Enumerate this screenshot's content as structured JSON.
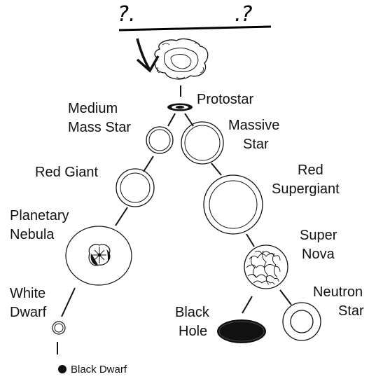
{
  "top": {
    "question_left": "?.",
    "question_right": ".?"
  },
  "stages": {
    "protostar": "Protostar",
    "medium_mass_star": [
      "Medium",
      "Mass Star"
    ],
    "massive_star": [
      "Massive",
      "Star"
    ],
    "red_giant": "Red Giant",
    "red_supergiant": [
      "Red",
      "Supergiant"
    ],
    "planetary_nebula": [
      "Planetary",
      "Nebula"
    ],
    "super_nova": [
      "Super",
      "Nova"
    ],
    "white_dwarf": [
      "White",
      "Dwarf"
    ],
    "black_hole": [
      "Black",
      "Hole"
    ],
    "neutron_star": [
      "Neutron",
      "Star"
    ],
    "black_dwarf": "Black Dwarf"
  },
  "colors": {
    "ink": "#111111",
    "background": "#ffffff"
  }
}
